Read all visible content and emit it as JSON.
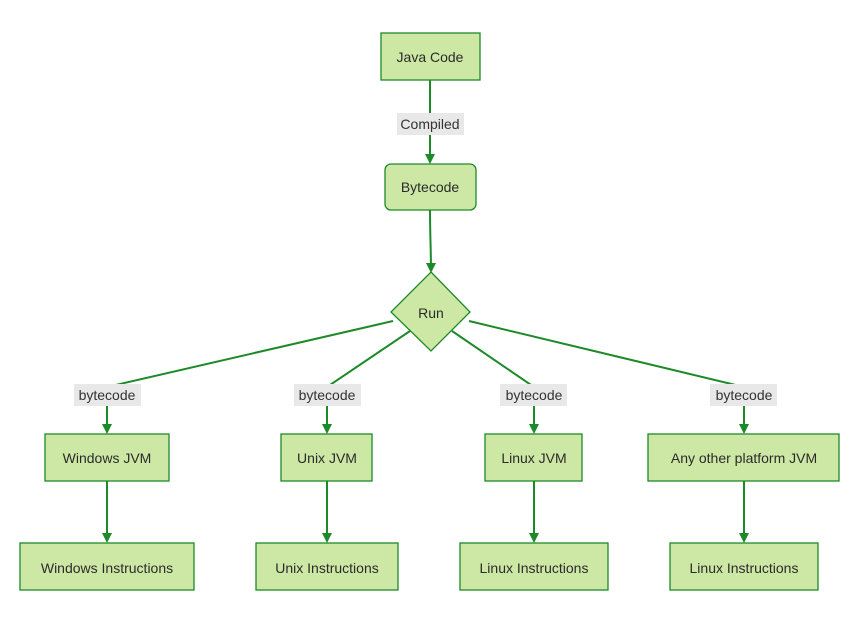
{
  "nodes": {
    "java_code": "Java Code",
    "bytecode": "Bytecode",
    "run": "Run",
    "windows_jvm": "Windows JVM",
    "unix_jvm": "Unix JVM",
    "linux_jvm": "Linux JVM",
    "other_jvm": "Any other platform JVM",
    "windows_instructions": "Windows Instructions",
    "unix_instructions": "Unix Instructions",
    "linux_instructions": "Linux Instructions",
    "other_instructions": "Linux Instructions"
  },
  "edges": {
    "compiled": "Compiled",
    "to_windows": "bytecode",
    "to_unix": "bytecode",
    "to_linux": "bytecode",
    "to_other": "bytecode"
  },
  "colors": {
    "node_fill": "#cde8a5",
    "node_stroke": "#1d8a2a",
    "edge": "#1d8a2a",
    "label_bg": "#e8e8e8"
  }
}
